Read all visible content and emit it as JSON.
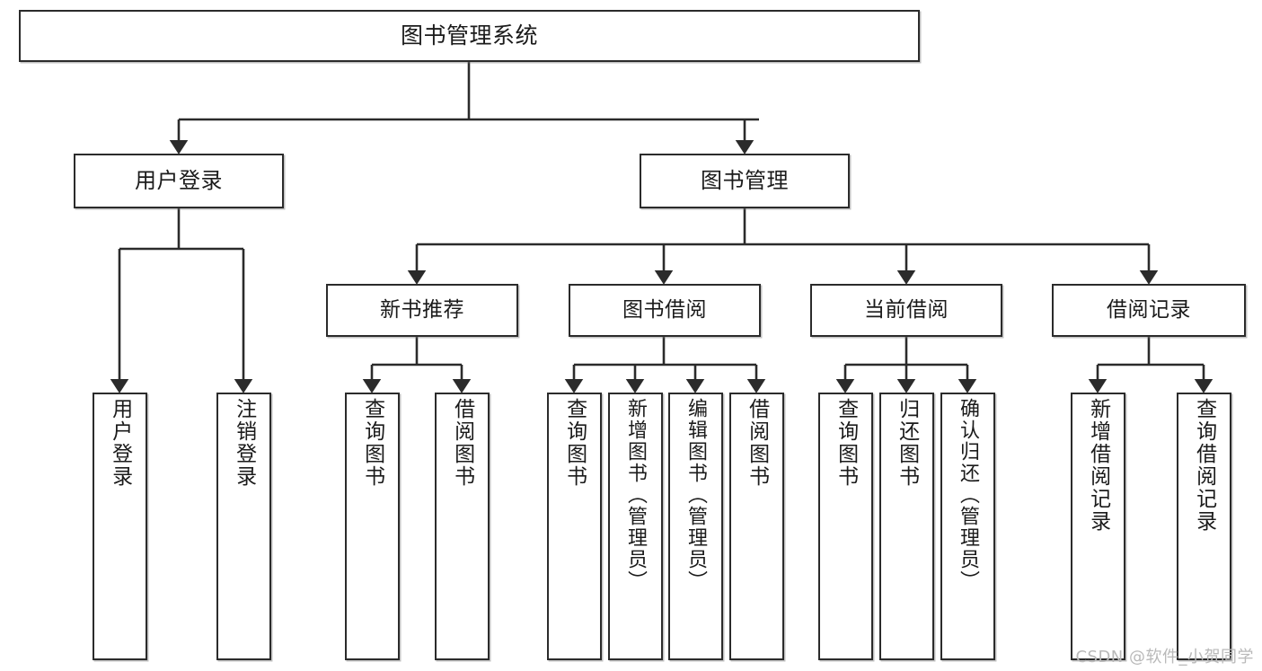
{
  "diagram": {
    "title": "图书管理系统",
    "type": "tree-hierarchy-chart",
    "watermark": "CSDN @软件_小贺同学",
    "colors": {
      "stroke": "#2b2b2b",
      "fill": "#ffffff",
      "text": "#1b1b1b",
      "watermark": "#b9b9b9"
    }
  },
  "nodes": {
    "root": {
      "label": "图书管理系统"
    },
    "level2": [
      {
        "id": "user-login",
        "label": "用户登录"
      },
      {
        "id": "book-management",
        "label": "图书管理"
      }
    ],
    "level3": [
      {
        "id": "new-book-recommend",
        "label": "新书推荐"
      },
      {
        "id": "book-borrow",
        "label": "图书借阅"
      },
      {
        "id": "current-borrow",
        "label": "当前借阅"
      },
      {
        "id": "borrow-record",
        "label": "借阅记录"
      }
    ],
    "leaves": {
      "user-login": [
        {
          "id": "leaf-user-login",
          "label": "用户登录"
        },
        {
          "id": "leaf-logout-login",
          "label": "注销登录"
        }
      ],
      "new-book-recommend": [
        {
          "id": "leaf-query-book-1",
          "label": "查询图书"
        },
        {
          "id": "leaf-borrow-book-1",
          "label": "借阅图书"
        }
      ],
      "book-borrow": [
        {
          "id": "leaf-query-book-2",
          "label": "查询图书"
        },
        {
          "id": "leaf-add-book-admin",
          "label": "新增图书（管理员）"
        },
        {
          "id": "leaf-edit-book-admin",
          "label": "编辑图书（管理员）"
        },
        {
          "id": "leaf-borrow-book-2",
          "label": "借阅图书"
        }
      ],
      "current-borrow": [
        {
          "id": "leaf-query-book-3",
          "label": "查询图书"
        },
        {
          "id": "leaf-return-book",
          "label": "归还图书"
        },
        {
          "id": "leaf-confirm-return-admin",
          "label": "确认归还（管理员）"
        }
      ],
      "borrow-record": [
        {
          "id": "leaf-add-borrow-record",
          "label": "新增借阅记录"
        },
        {
          "id": "leaf-query-borrow-record",
          "label": "查询借阅记录"
        }
      ]
    }
  }
}
